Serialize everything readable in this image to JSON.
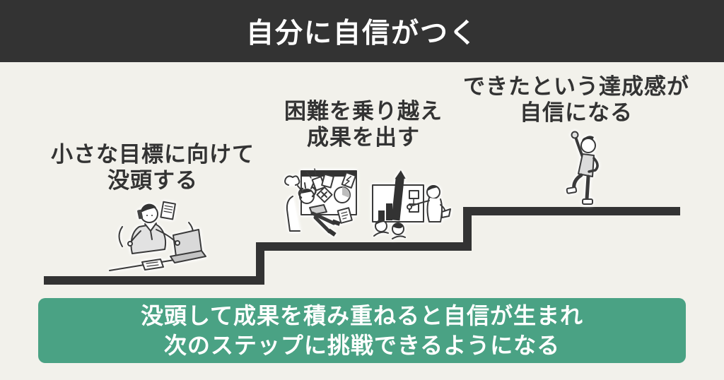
{
  "colors": {
    "dark": "#333333",
    "background": "#f2f1eb",
    "green": "#4aa284",
    "text-light": "#ffffff"
  },
  "header": {
    "title": "自分に自信がつく"
  },
  "steps": [
    {
      "line1": "小さな目標に向けて",
      "line2": "没頭する",
      "illustration": "immersed-worker-illustration"
    },
    {
      "line1": "困難を乗り越え",
      "line2": "成果を出す",
      "illustration": "overcoming-difficulty-illustration, presenting-results-illustration"
    },
    {
      "line1": "できたという達成感が",
      "line2": "自信になる",
      "illustration": "achievement-pose-illustration"
    }
  ],
  "footer": {
    "line1": "没頭して成果を積み重ねると自信が生まれ",
    "line2": "次のステップに挑戦できるようになる"
  }
}
